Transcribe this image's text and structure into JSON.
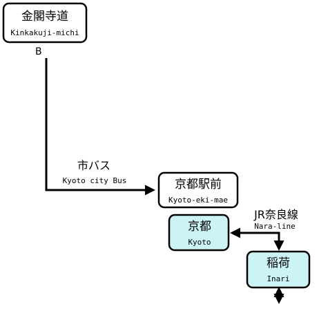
{
  "stops": {
    "kinkakuji": {
      "name_ja": "金閣寺道",
      "name_en": "Kinkakuji-michi",
      "exit": "B"
    },
    "kyoto_ekimae": {
      "name_ja": "京都駅前",
      "name_en": "Kyoto-eki-mae"
    },
    "kyoto": {
      "name_ja": "京都",
      "name_en": "Kyoto"
    },
    "inari": {
      "name_ja": "稲荷",
      "name_en": "Inari"
    }
  },
  "lines": {
    "city_bus": {
      "name_ja": "市バス",
      "name_en": "Kyoto city Bus"
    },
    "nara_line": {
      "name_ja": "JR奈良線",
      "name_en": "Nara-line"
    }
  },
  "colors": {
    "bus_stop_fill": "#ffffff",
    "station_fill": "#ccf4f6",
    "stroke": "#000000"
  }
}
